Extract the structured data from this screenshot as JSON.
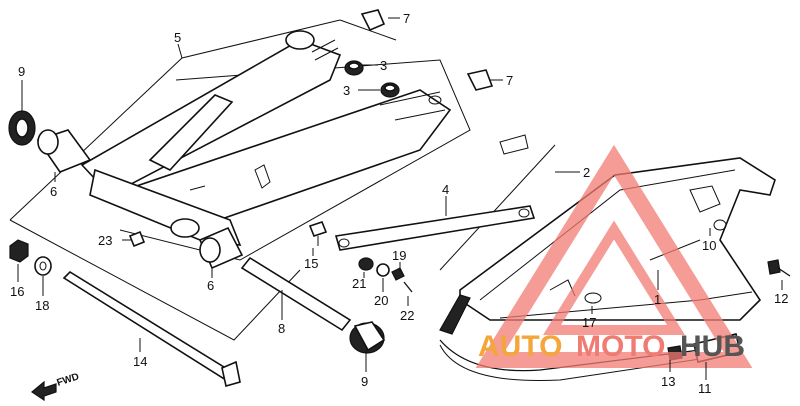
{
  "watermark": {
    "part1": "AUTO",
    "part2": "MOTO",
    "part3": "HUB",
    "accent_color": "#f07b72",
    "orange_color": "#f4a63a",
    "gray_color": "#555555"
  },
  "fwd_label": "FWD",
  "parts": {
    "p1": "1",
    "p2": "2",
    "p3a": "3",
    "p3b": "3",
    "p4": "4",
    "p5": "5",
    "p6a": "6",
    "p6b": "6",
    "p7a": "7",
    "p7b": "7",
    "p8": "8",
    "p9a": "9",
    "p9b": "9",
    "p10": "10",
    "p11": "11",
    "p12": "12",
    "p13": "13",
    "p14": "14",
    "p15": "15",
    "p16": "16",
    "p17": "17",
    "p18": "18",
    "p19": "19",
    "p20": "20",
    "p21": "21",
    "p22": "22",
    "p23": "23"
  }
}
